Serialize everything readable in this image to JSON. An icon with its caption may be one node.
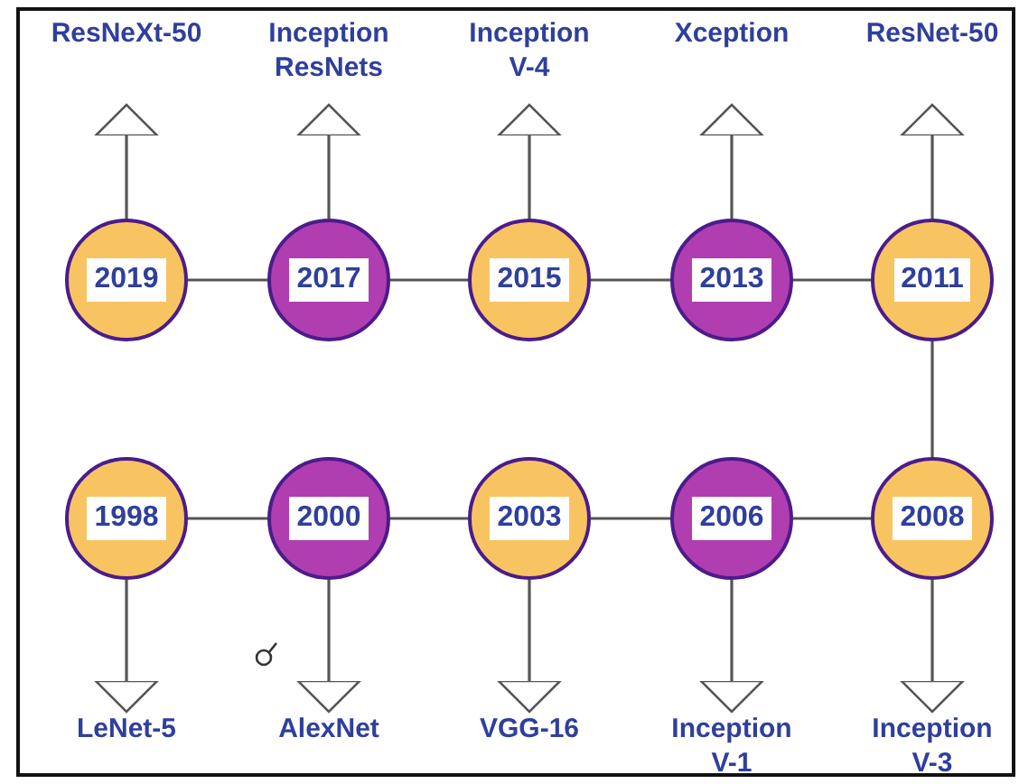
{
  "diagram": {
    "nodes": [
      {
        "text": [
          "ResNeXt-50"
        ]
      },
      {
        "text": [
          "Inception ResNets"
        ]
      },
      {
        "text": [
          "Inception V-4"
        ]
      },
      {
        "text": [
          "Xception"
        ]
      },
      {
        "text": [
          "ResNet-50"
        ]
      },
      {
        "text": [
          "2019"
        ]
      },
      {
        "text": [
          "2017"
        ]
      },
      {
        "text": [
          "2015"
        ]
      },
      {
        "text": [
          "2013"
        ]
      },
      {
        "text": [
          "2011"
        ]
      },
      {
        "text": [
          "1998"
        ]
      },
      {
        "text": [
          "2000"
        ]
      },
      {
        "text": [
          "2003"
        ]
      },
      {
        "text": [
          "2006"
        ]
      },
      {
        "text": [
          "2008"
        ]
      },
      {
        "text": [
          "LeNet-5"
        ]
      },
      {
        "text": [
          "AlexNet"
        ]
      },
      {
        "text": [
          "VGG-16"
        ]
      },
      {
        "text": [
          "Inception V-1"
        ]
      },
      {
        "text": [
          "Inception V-3"
        ]
      }
    ],
    "edges": [
      {
        "from": 5,
        "to": 0,
        "arrow": "to"
      },
      {
        "from": 6,
        "to": 1,
        "arrow": "to"
      },
      {
        "from": 7,
        "to": 2,
        "arrow": "to"
      },
      {
        "from": 8,
        "to": 3,
        "arrow": "to"
      },
      {
        "from": 9,
        "to": 4,
        "arrow": "to"
      },
      {
        "from": 10,
        "to": 15,
        "arrow": "to"
      },
      {
        "from": 11,
        "to": 16,
        "arrow": "to"
      },
      {
        "from": 12,
        "to": 17,
        "arrow": "to"
      },
      {
        "from": 13,
        "to": 18,
        "arrow": "to"
      },
      {
        "from": 14,
        "to": 19,
        "arrow": "to"
      },
      {
        "from": 5,
        "to": 6,
        "arrow": "none"
      },
      {
        "from": 6,
        "to": 7,
        "arrow": "none"
      },
      {
        "from": 7,
        "to": 8,
        "arrow": "none"
      },
      {
        "from": 8,
        "to": 9,
        "arrow": "none"
      },
      {
        "from": 9,
        "to": 14,
        "arrow": "none"
      },
      {
        "from": 10,
        "to": 11,
        "arrow": "none"
      },
      {
        "from": 11,
        "to": 12,
        "arrow": "none"
      },
      {
        "from": 12,
        "to": 13,
        "arrow": "none"
      },
      {
        "from": 13,
        "to": 14,
        "arrow": "none"
      }
    ]
  }
}
